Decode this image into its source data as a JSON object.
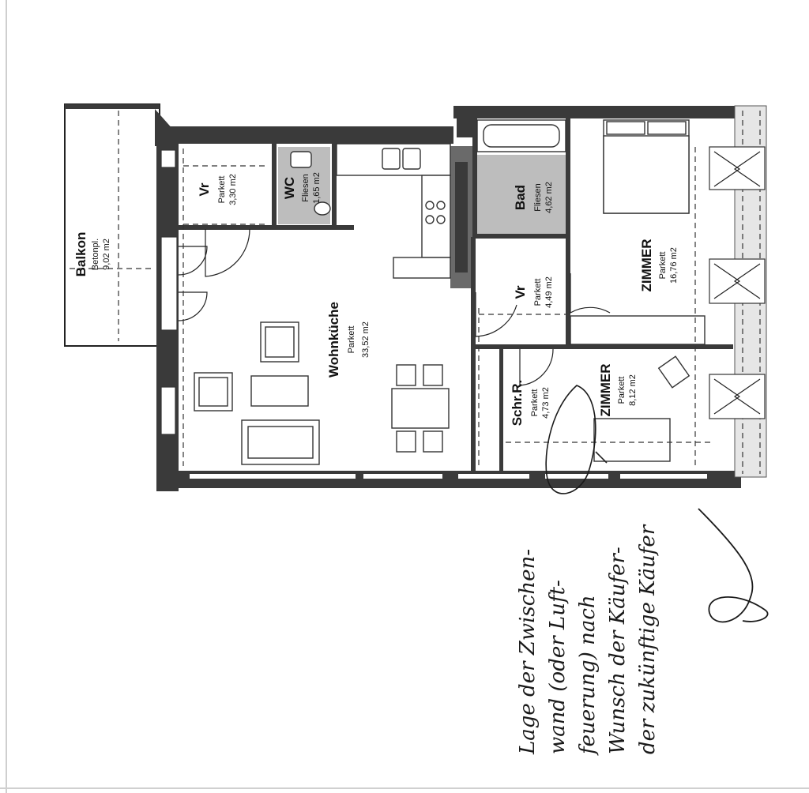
{
  "rooms": {
    "balkon": {
      "name": "Balkon",
      "floor": "Betonpl.",
      "area": "9,02 m2"
    },
    "vr_small": {
      "name": "Vr",
      "floor": "Parkett",
      "area": "3,30 m2"
    },
    "wc": {
      "name": "WC",
      "floor": "Fliesen",
      "area": "1,65 m2"
    },
    "wohnkueche": {
      "name": "Wohnküche",
      "floor": "Parkett",
      "area": "33,52 m2"
    },
    "bad": {
      "name": "Bad",
      "floor": "Fliesen",
      "area": "4,62 m2"
    },
    "vr_hall": {
      "name": "Vr",
      "floor": "Parkett",
      "area": "4,49 m2"
    },
    "zimmer_big": {
      "name": "ZIMMER",
      "floor": "Parkett",
      "area": "16,76 m2"
    },
    "schrank": {
      "name": "Schr.R.",
      "floor": "Parkett",
      "area": "4,73 m2"
    },
    "zimmer_small": {
      "name": "ZIMMER",
      "floor": "Parkett",
      "area": "8,12 m2"
    }
  },
  "handwritten_note": {
    "lines": [
      "Lage der Zwischen-",
      "wand (oder Luft-",
      "feuerung) nach",
      "Wunsch der Käufer-",
      "der zukünftige Käufer"
    ]
  },
  "colors": {
    "wall": "#3a3a3a",
    "tile": "#bdbdbd",
    "ink": "#111111"
  }
}
